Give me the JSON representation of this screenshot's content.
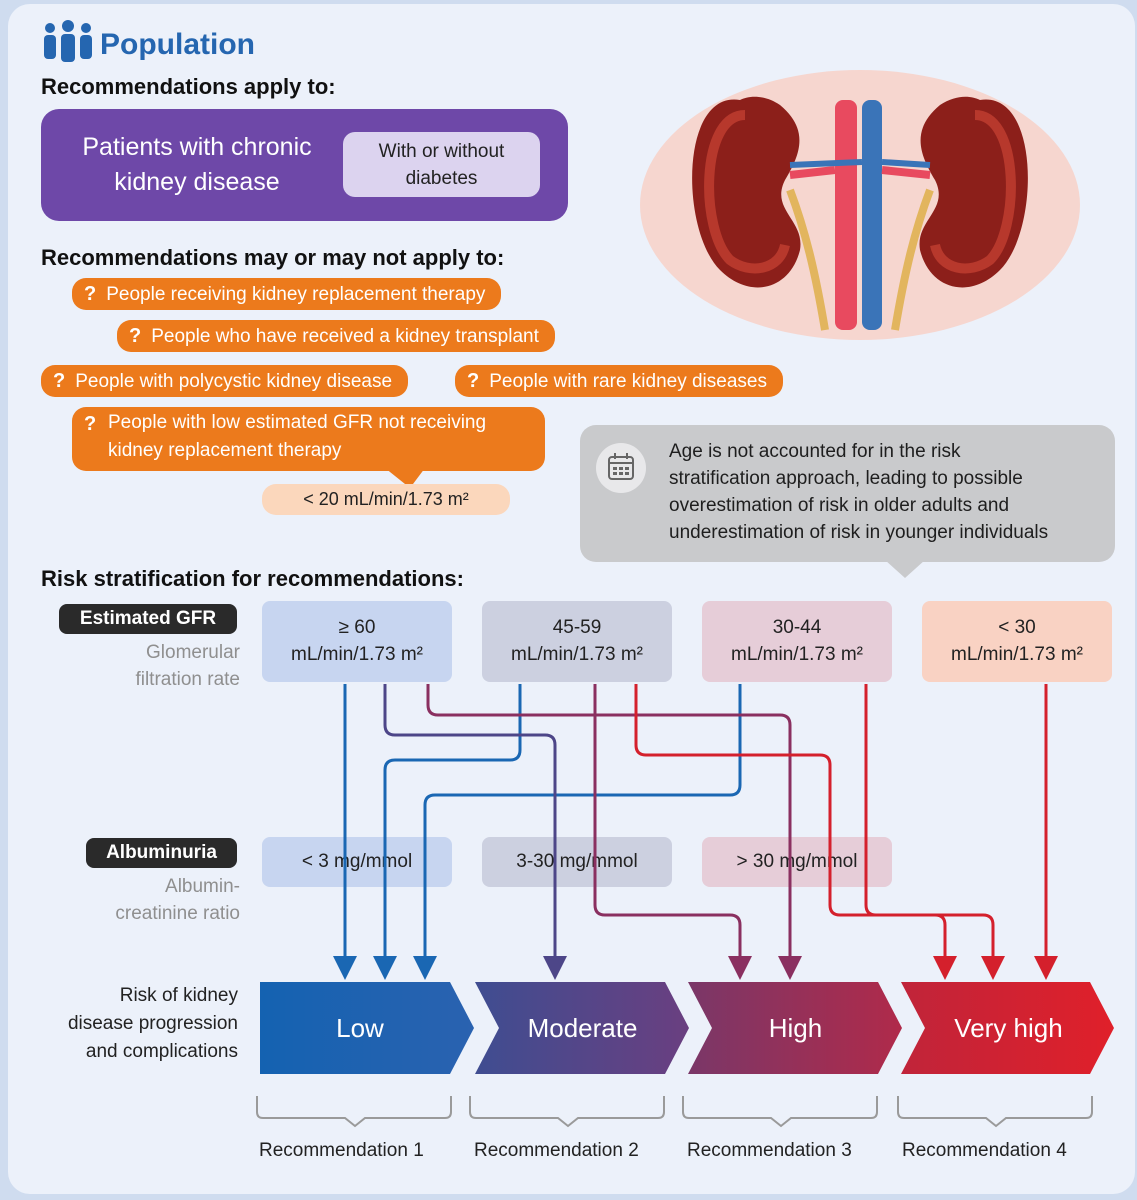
{
  "population": {
    "title": "Population",
    "applies_to_heading": "Recommendations apply to:",
    "main_group": "Patients with chronic kidney disease",
    "main_group_tag": "With or without diabetes",
    "may_apply_heading": "Recommendations may or may not apply to:",
    "question_mark": "?",
    "groups": [
      "People receiving kidney replacement therapy",
      "People who have received a kidney transplant",
      "People with polycystic kidney disease",
      "People with rare kidney diseases"
    ],
    "low_gfr_line1": "People with low estimated GFR not receiving",
    "low_gfr_line2": "kidney replacement therapy",
    "low_gfr_threshold": "< 20 mL/min/1.73 m²"
  },
  "age_note": {
    "lines": [
      "Age is not accounted for in the risk",
      "stratification approach, leading to possible",
      "overestimation of risk in older adults and",
      "underestimation of risk in younger individuals"
    ]
  },
  "risk": {
    "heading": "Risk stratification for recommendations:",
    "egfr_label": "Estimated GFR",
    "egfr_sub1": "Glomerular",
    "egfr_sub2": "filtration rate",
    "unit": "mL/min/1.73 m²",
    "egfr_categories": [
      "≥ 60",
      "45-59",
      "30-44",
      "< 30"
    ],
    "alb_label": "Albuminuria",
    "alb_sub1": "Albumin-",
    "alb_sub2": "creatinine ratio",
    "alb_categories": [
      "< 3 mg/mmol",
      "3-30 mg/mmol",
      "> 30 mg/mmol"
    ],
    "outcome_label_lines": [
      "Risk of kidney",
      "disease progression",
      "and complications"
    ],
    "levels": [
      "Low",
      "Moderate",
      "High",
      "Very high"
    ],
    "recommendations": [
      "Recommendation 1",
      "Recommendation 2",
      "Recommendation 3",
      "Recommendation 4"
    ],
    "colors": {
      "low": "#1a67b3",
      "moderate": "#4d4688",
      "high": "#8a3060",
      "very_high": "#d4202c",
      "orange": "#ec7a1c",
      "purple": "#6e48a8"
    }
  }
}
